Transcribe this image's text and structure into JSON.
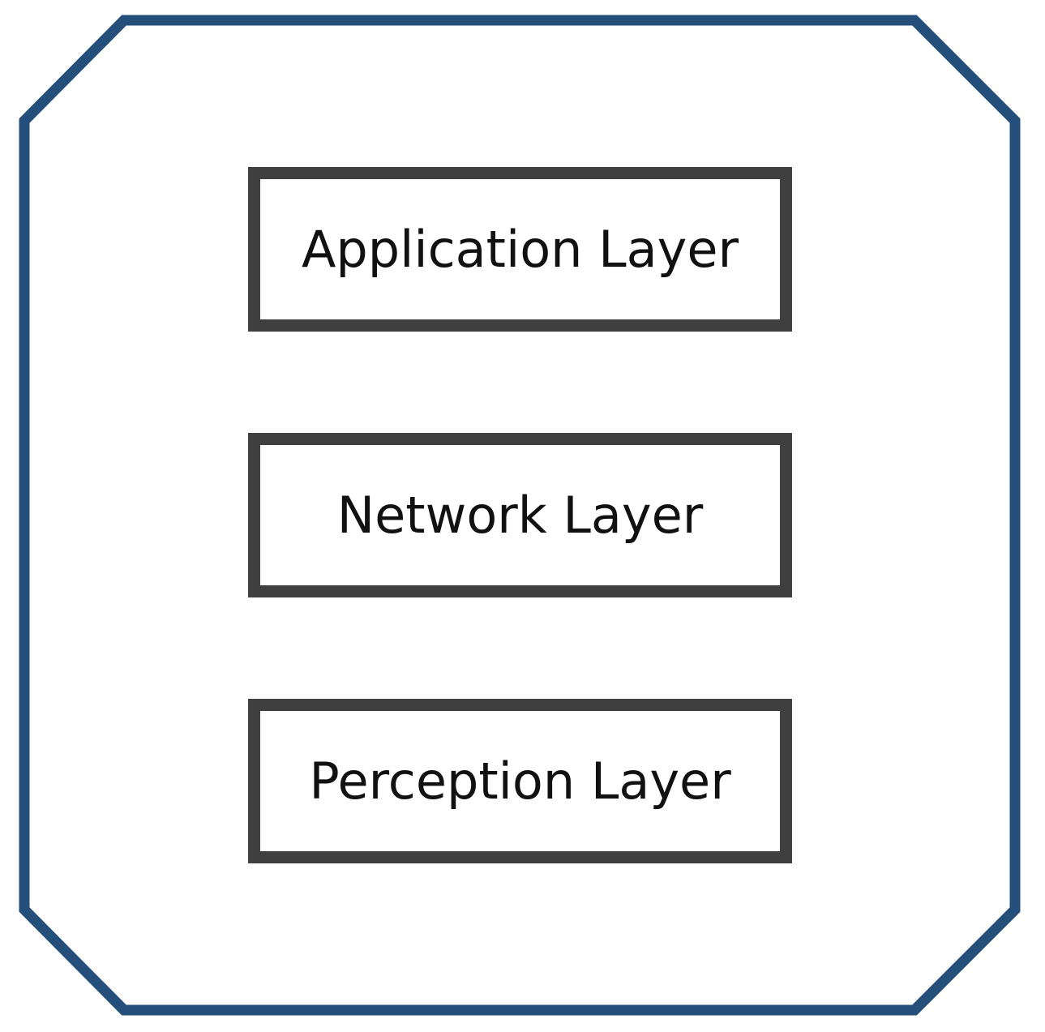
{
  "colors": {
    "frame_stroke": "#244f7b",
    "box_stroke": "#3f3f3f",
    "text": "#111111",
    "background": "#ffffff"
  },
  "layers": [
    {
      "label": "Application Layer"
    },
    {
      "label": "Network Layer"
    },
    {
      "label": "Perception Layer"
    }
  ]
}
